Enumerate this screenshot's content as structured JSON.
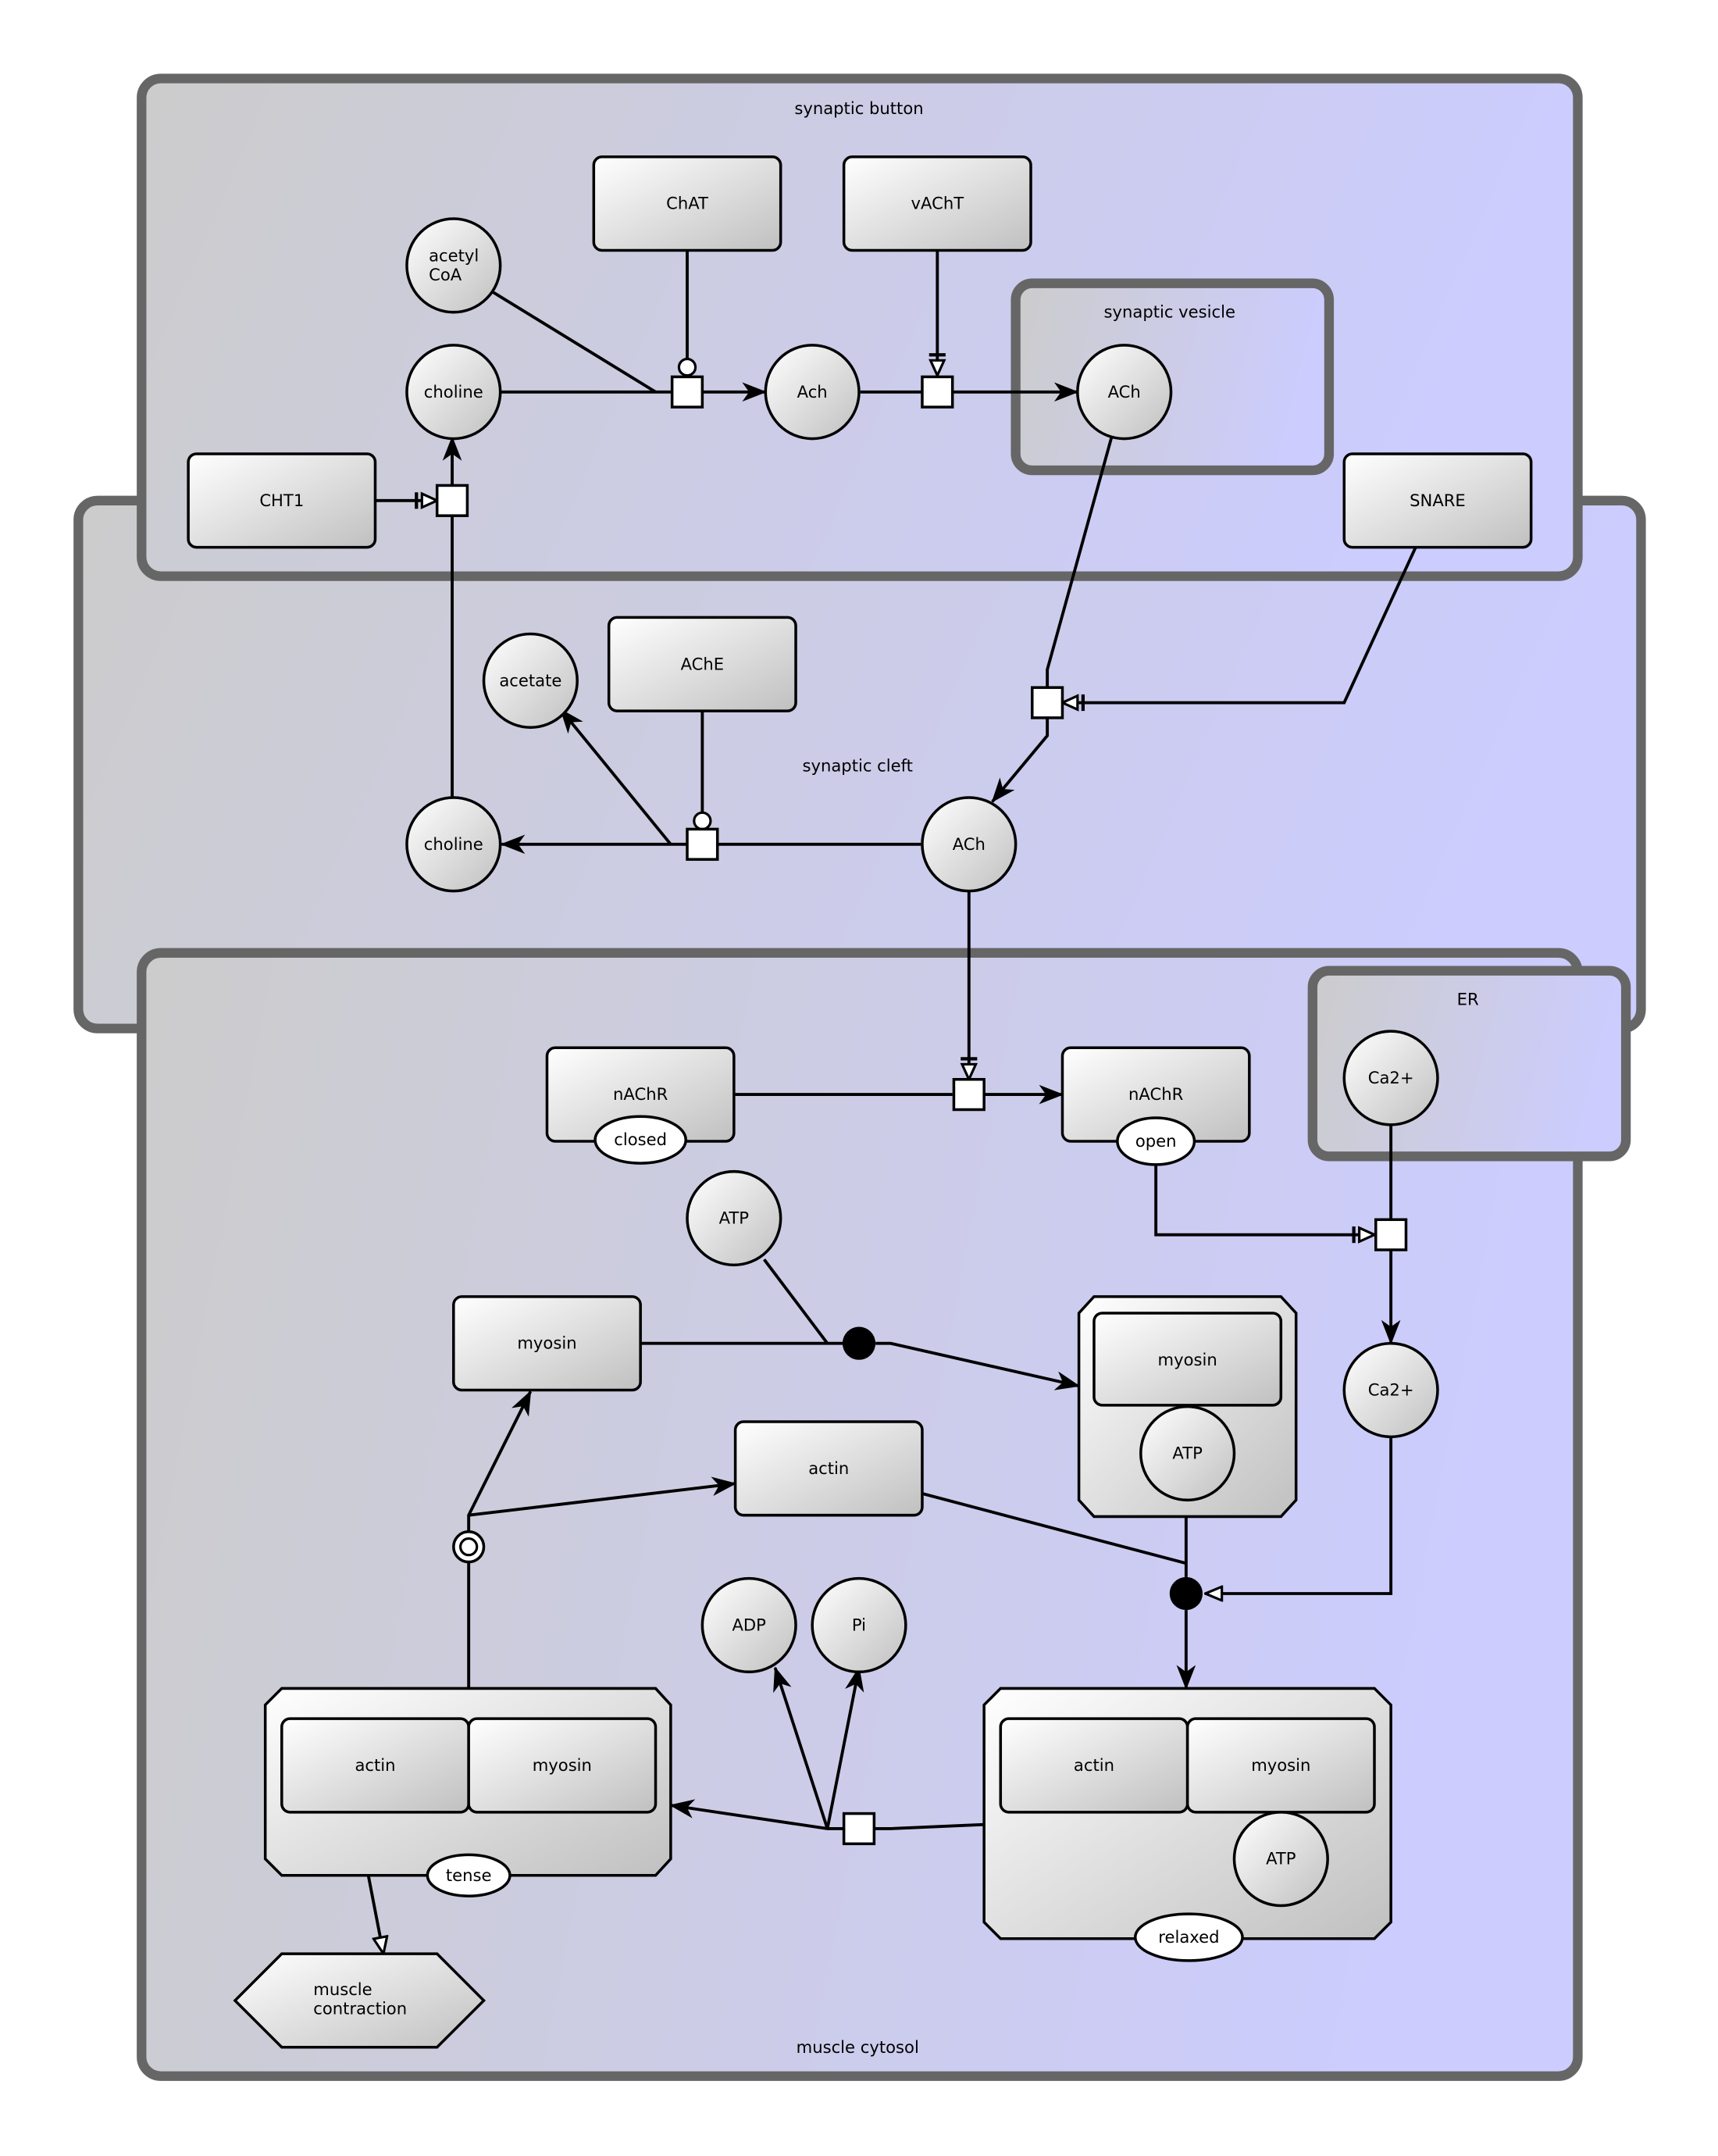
{
  "compartments": {
    "synaptic_button": "synaptic button",
    "synaptic_vesicle": "synaptic vesicle",
    "synaptic_cleft": "synaptic cleft",
    "muscle_cytosol": "muscle cytosol",
    "er": "ER"
  },
  "nodes": {
    "chat": "ChAT",
    "vacht": "vAChT",
    "acetyl_coa_1": "acetyl",
    "acetyl_coa_2": "CoA",
    "choline_top": "choline",
    "ach_button": "Ach",
    "ach_vesicle": "ACh",
    "cht1": "CHT1",
    "snare": "SNARE",
    "acetate": "acetate",
    "ache": "AChE",
    "choline_cleft": "choline",
    "ach_cleft": "ACh",
    "nachr_closed": "nAChR",
    "nachr_closed_state": "closed",
    "nachr_open": "nAChR",
    "nachr_open_state": "open",
    "ca_er": "Ca2+",
    "ca_cytosol": "Ca2+",
    "atp_free": "ATP",
    "myosin_free": "myosin",
    "actin_free": "actin",
    "complex_myosin_atp_myosin": "myosin",
    "complex_myosin_atp_atp": "ATP",
    "adp": "ADP",
    "pi": "Pi",
    "tense_actin": "actin",
    "tense_myosin": "myosin",
    "tense_state": "tense",
    "relaxed_actin": "actin",
    "relaxed_myosin": "myosin",
    "relaxed_atp": "ATP",
    "relaxed_state": "relaxed",
    "phenotype_1": "muscle",
    "phenotype_2": "contraction"
  },
  "colors": {
    "compartment_border": "#666666",
    "compartment_fill_left": "#cccccc",
    "compartment_fill_right": "#ccccff",
    "node_fill_light": "#ffffff",
    "node_fill_dark": "#c0c0c0"
  }
}
